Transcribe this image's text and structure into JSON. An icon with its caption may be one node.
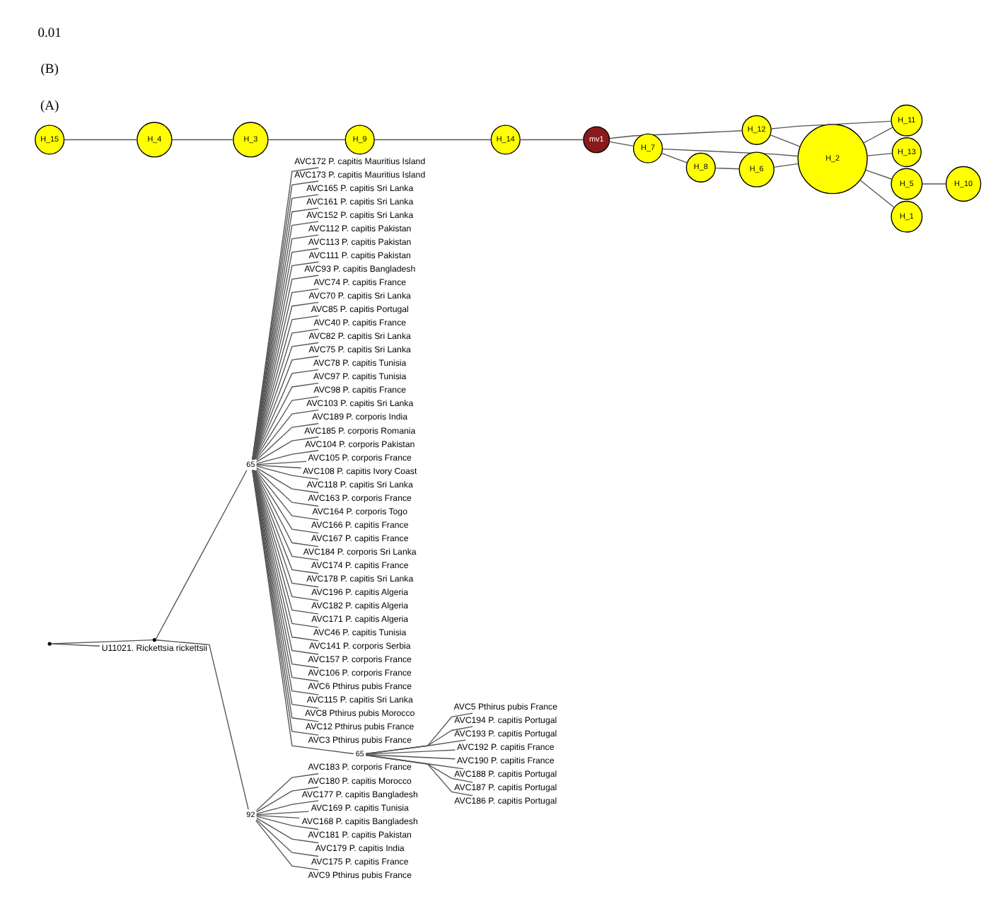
{
  "diagram": {
    "nodes": [
      {
        "text": [],
        "shape": "point"
      },
      {
        "text": [],
        "shape": "point"
      },
      {
        "text": [],
        "shape": "point",
        "beside": [
          "65"
        ]
      },
      {
        "text": [
          "AVC172 P. capitis Mauritius Island"
        ]
      },
      {
        "text": [
          "AVC173 P. capitis Mauritius Island"
        ]
      },
      {
        "text": [
          "AVC165 P. capitis Sri Lanka"
        ]
      },
      {
        "text": [
          "AVC161 P. capitis Sri Lanka"
        ]
      },
      {
        "text": [
          "AVC152 P. capitis Sri Lanka"
        ]
      },
      {
        "text": [
          "AVC112 P. capitis Pakistan"
        ]
      },
      {
        "text": [
          "AVC113 P. capitis Pakistan"
        ]
      },
      {
        "text": [
          "AVC111 P. capitis Pakistan"
        ]
      },
      {
        "text": [
          "AVC93 P. capitis Bangladesh"
        ]
      },
      {
        "text": [
          "AVC74 P. capitis France"
        ]
      },
      {
        "text": [
          "AVC70 P. capitis Sri Lanka"
        ]
      },
      {
        "text": [
          "AVC85 P. capitis Portugal"
        ]
      },
      {
        "text": [
          "AVC40 P. capitis France"
        ]
      },
      {
        "text": [
          "AVC82 P. capitis Sri Lanka"
        ]
      },
      {
        "text": [
          "AVC75 P. capitis Sri Lanka"
        ]
      },
      {
        "text": [
          "AVC78 P. capitis Tunisia"
        ]
      },
      {
        "text": [
          "AVC97 P. capitis Tunisia"
        ]
      },
      {
        "text": [
          "AVC98 P. capitis France"
        ]
      },
      {
        "text": [
          "AVC103 P. capitis Sri Lanka"
        ]
      },
      {
        "text": [
          "AVC189 P. corporis India"
        ]
      },
      {
        "text": [
          "AVC185 P. corporis Romania"
        ]
      },
      {
        "text": [
          "AVC104 P. corporis Pakistan"
        ]
      },
      {
        "text": [
          "AVC105 P. corporis France"
        ]
      },
      {
        "text": [
          "AVC108 P. capitis Ivory Coast"
        ]
      },
      {
        "text": [
          "AVC118 P. capitis Sri Lanka"
        ]
      },
      {
        "text": [
          "AVC163 P. corporis France"
        ]
      },
      {
        "text": [
          "AVC164 P. corporis Togo"
        ]
      },
      {
        "text": [
          "AVC166 P. capitis France"
        ]
      },
      {
        "text": [
          "AVC167 P. capitis France"
        ]
      },
      {
        "text": [
          "AVC184 P. corporis Sri Lanka"
        ]
      },
      {
        "text": [
          "AVC174 P. capitis France"
        ]
      },
      {
        "text": [
          "AVC178 P. capitis Sri Lanka"
        ]
      },
      {
        "text": [
          "AVC196 P. capitis Algeria"
        ]
      },
      {
        "text": [
          "AVC182 P. capitis Algeria"
        ]
      },
      {
        "text": [
          "AVC171 P. capitis Algeria"
        ]
      },
      {
        "text": [
          "AVC46 P. capitis Tunisia"
        ]
      },
      {
        "text": [
          "AVC141 P. corporis Serbia"
        ]
      },
      {
        "text": [
          "AVC157 P. corporis France"
        ]
      },
      {
        "text": [
          "AVC106 P. corporis France"
        ]
      },
      {
        "text": [
          "AVC6 Pthirus pubis France"
        ]
      },
      {
        "text": [
          "AVC115 P. capitis Sri Lanka"
        ]
      },
      {
        "text": [
          "AVC8 Pthirus pubis Morocco"
        ]
      },
      {
        "text": [
          "AVC12 Pthirus pubis France"
        ]
      },
      {
        "text": [
          "AVC3 Pthirus pubis France"
        ]
      },
      {
        "text": [],
        "shape": "point",
        "beside": [
          "65"
        ]
      },
      {
        "text": [
          "AVC5 Pthirus pubis France"
        ]
      },
      {
        "text": [
          "AVC194 P. capitis Portugal"
        ]
      },
      {
        "text": [
          "AVC193 P. capitis Portugal"
        ]
      },
      {
        "text": [
          "AVC192 P. capitis France"
        ]
      },
      {
        "text": [
          "AVC190 P. capitis France"
        ]
      },
      {
        "text": [
          "AVC188 P. capitis Portugal"
        ]
      },
      {
        "text": [
          "AVC187 P. capitis Portugal"
        ]
      },
      {
        "text": [
          "AVC186 P. capitis Portugal"
        ]
      },
      {
        "text": [],
        "shape": "point",
        "beside": [
          "92"
        ]
      },
      {
        "text": [
          "AVC183 P. corporis France"
        ]
      },
      {
        "text": [
          "AVC180 P. capitis Morocco"
        ]
      },
      {
        "text": [
          "AVC177 P. capitis Bangladesh"
        ]
      },
      {
        "text": [
          "AVC169 P. capitis Tunisia"
        ]
      },
      {
        "text": [
          "AVC168 P. capitis Bangladesh"
        ]
      },
      {
        "text": [
          "AVC181 P. capitis Pakistan"
        ]
      },
      {
        "text": [
          "AVC179 P. capitis India"
        ]
      },
      {
        "text": [
          "AVC175 P. capitis France"
        ]
      },
      {
        "text": [
          "AVC9 Pthirus pubis France"
        ]
      },
      {
        "text": [
          "U11021. Rickettsia rickettsii"
        ]
      },
      {
        "text": [
          "H_15"
        ]
      },
      {
        "text": [
          "H_4"
        ]
      },
      {
        "text": [
          "H_3"
        ]
      },
      {
        "text": [
          "H_9"
        ]
      },
      {
        "text": [
          "H_13"
        ]
      },
      {
        "text": [
          "H_14"
        ]
      },
      {
        "text": [
          "mv1"
        ]
      },
      {
        "text": [
          "H_12"
        ]
      },
      {
        "text": [
          "H_2"
        ]
      },
      {
        "text": [
          "H_11"
        ]
      },
      {
        "text": [
          "H_7"
        ]
      },
      {
        "text": [
          "H_5"
        ]
      },
      {
        "text": [
          "H_1"
        ]
      },
      {
        "text": [
          "H_6"
        ]
      },
      {
        "text": [
          "H_8"
        ]
      },
      {
        "text": [
          "H_10"
        ]
      }
    ],
    "edges": [
      {
        "from": 0,
        "to": 1,
        "arrow": "none"
      },
      {
        "from": 0,
        "to": 66,
        "arrow": "none"
      },
      {
        "from": 1,
        "to": 2,
        "arrow": "none"
      },
      {
        "from": 1,
        "to": 56,
        "arrow": "none"
      },
      {
        "from": 2,
        "to": 3,
        "arrow": "none"
      },
      {
        "from": 2,
        "to": 4,
        "arrow": "none"
      },
      {
        "from": 2,
        "to": 5,
        "arrow": "none"
      },
      {
        "from": 2,
        "to": 6,
        "arrow": "none"
      },
      {
        "from": 2,
        "to": 7,
        "arrow": "none"
      },
      {
        "from": 2,
        "to": 8,
        "arrow": "none"
      },
      {
        "from": 2,
        "to": 9,
        "arrow": "none"
      },
      {
        "from": 2,
        "to": 10,
        "arrow": "none"
      },
      {
        "from": 2,
        "to": 11,
        "arrow": "none"
      },
      {
        "from": 2,
        "to": 12,
        "arrow": "none"
      },
      {
        "from": 2,
        "to": 13,
        "arrow": "none"
      },
      {
        "from": 2,
        "to": 14,
        "arrow": "none"
      },
      {
        "from": 2,
        "to": 15,
        "arrow": "none"
      },
      {
        "from": 2,
        "to": 16,
        "arrow": "none"
      },
      {
        "from": 2,
        "to": 17,
        "arrow": "none"
      },
      {
        "from": 2,
        "to": 18,
        "arrow": "none"
      },
      {
        "from": 2,
        "to": 19,
        "arrow": "none"
      },
      {
        "from": 2,
        "to": 20,
        "arrow": "none"
      },
      {
        "from": 2,
        "to": 21,
        "arrow": "none"
      },
      {
        "from": 2,
        "to": 22,
        "arrow": "none"
      },
      {
        "from": 2,
        "to": 23,
        "arrow": "none"
      },
      {
        "from": 2,
        "to": 24,
        "arrow": "none"
      },
      {
        "from": 2,
        "to": 25,
        "arrow": "none"
      },
      {
        "from": 2,
        "to": 26,
        "arrow": "none"
      },
      {
        "from": 2,
        "to": 27,
        "arrow": "none"
      },
      {
        "from": 2,
        "to": 28,
        "arrow": "none"
      },
      {
        "from": 2,
        "to": 29,
        "arrow": "none"
      },
      {
        "from": 2,
        "to": 30,
        "arrow": "none"
      },
      {
        "from": 2,
        "to": 31,
        "arrow": "none"
      },
      {
        "from": 2,
        "to": 32,
        "arrow": "none"
      },
      {
        "from": 2,
        "to": 33,
        "arrow": "none"
      },
      {
        "from": 2,
        "to": 34,
        "arrow": "none"
      },
      {
        "from": 2,
        "to": 35,
        "arrow": "none"
      },
      {
        "from": 2,
        "to": 36,
        "arrow": "none"
      },
      {
        "from": 2,
        "to": 37,
        "arrow": "none"
      },
      {
        "from": 2,
        "to": 38,
        "arrow": "none"
      },
      {
        "from": 2,
        "to": 39,
        "arrow": "none"
      },
      {
        "from": 2,
        "to": 40,
        "arrow": "none"
      },
      {
        "from": 2,
        "to": 41,
        "arrow": "none"
      },
      {
        "from": 2,
        "to": 42,
        "arrow": "none"
      },
      {
        "from": 2,
        "to": 43,
        "arrow": "none"
      },
      {
        "from": 2,
        "to": 44,
        "arrow": "none"
      },
      {
        "from": 2,
        "to": 45,
        "arrow": "none"
      },
      {
        "from": 2,
        "to": 46,
        "arrow": "none"
      },
      {
        "from": 2,
        "to": 47,
        "arrow": "none"
      },
      {
        "from": 47,
        "to": 48,
        "arrow": "none"
      },
      {
        "from": 47,
        "to": 49,
        "arrow": "none"
      },
      {
        "from": 47,
        "to": 50,
        "arrow": "none"
      },
      {
        "from": 47,
        "to": 51,
        "arrow": "none"
      },
      {
        "from": 47,
        "to": 52,
        "arrow": "none"
      },
      {
        "from": 47,
        "to": 53,
        "arrow": "none"
      },
      {
        "from": 47,
        "to": 54,
        "arrow": "none"
      },
      {
        "from": 47,
        "to": 55,
        "arrow": "none"
      },
      {
        "from": 56,
        "to": 57,
        "arrow": "none"
      },
      {
        "from": 56,
        "to": 58,
        "arrow": "none"
      },
      {
        "from": 56,
        "to": 59,
        "arrow": "none"
      },
      {
        "from": 56,
        "to": 60,
        "arrow": "none"
      },
      {
        "from": 56,
        "to": 61,
        "arrow": "none"
      },
      {
        "from": 56,
        "to": 62,
        "arrow": "none"
      },
      {
        "from": 56,
        "to": 63,
        "arrow": "none"
      },
      {
        "from": 56,
        "to": 64,
        "arrow": "none"
      },
      {
        "from": 56,
        "to": 65,
        "arrow": "none"
      },
      {
        "from": 67,
        "to": 68,
        "arrow": "none"
      },
      {
        "from": 68,
        "to": 69,
        "arrow": "none"
      },
      {
        "from": 69,
        "to": 70,
        "arrow": "none"
      },
      {
        "from": 70,
        "to": 72,
        "arrow": "none"
      },
      {
        "from": 72,
        "to": 73,
        "arrow": "none"
      },
      {
        "from": 73,
        "to": 74,
        "arrow": "none"
      },
      {
        "from": 73,
        "to": 77,
        "arrow": "none"
      },
      {
        "from": 74,
        "to": 75,
        "arrow": "none"
      },
      {
        "from": 74,
        "to": 76,
        "arrow": "none"
      },
      {
        "from": 75,
        "to": 76,
        "arrow": "none"
      },
      {
        "from": 75,
        "to": 71,
        "arrow": "none"
      },
      {
        "from": 77,
        "to": 75,
        "arrow": "none"
      },
      {
        "from": 77,
        "to": 81,
        "arrow": "none"
      },
      {
        "from": 81,
        "to": 80,
        "arrow": "none"
      },
      {
        "from": 80,
        "to": 75,
        "arrow": "none"
      },
      {
        "from": 75,
        "to": 78,
        "arrow": "none"
      },
      {
        "from": 78,
        "to": 82,
        "arrow": "none"
      },
      {
        "from": 75,
        "to": 79,
        "arrow": "none"
      }
    ],
    "labels": [
      "(A)",
      "(B)",
      "0.01"
    ]
  }
}
